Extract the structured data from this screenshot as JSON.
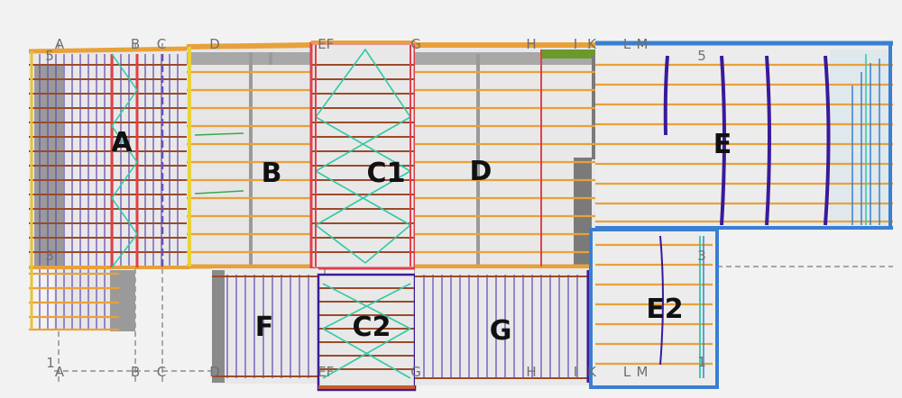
{
  "grid_letters": [
    "A",
    "B",
    "C",
    "D",
    "E",
    "F",
    "G",
    "H",
    "I",
    "K",
    "L",
    "M"
  ],
  "grid_numbers": [
    "5",
    "3",
    "1"
  ],
  "zones": [
    "A",
    "B",
    "C1",
    "D",
    "E",
    "F",
    "C2",
    "G",
    "E2"
  ],
  "colors": {
    "background": "#f2f2f2",
    "joist_orange": "#e8a13a",
    "beam_red": "#e0404a",
    "beam_blue": "#3a7fd0",
    "deck_purple": "#6a4fb8",
    "rib_dark_purple": "#3a1a9a",
    "brace_teal": "#2fc9a6",
    "column_gray": "#8a8a8a",
    "dark_red_joist": "#9a4a2a"
  }
}
